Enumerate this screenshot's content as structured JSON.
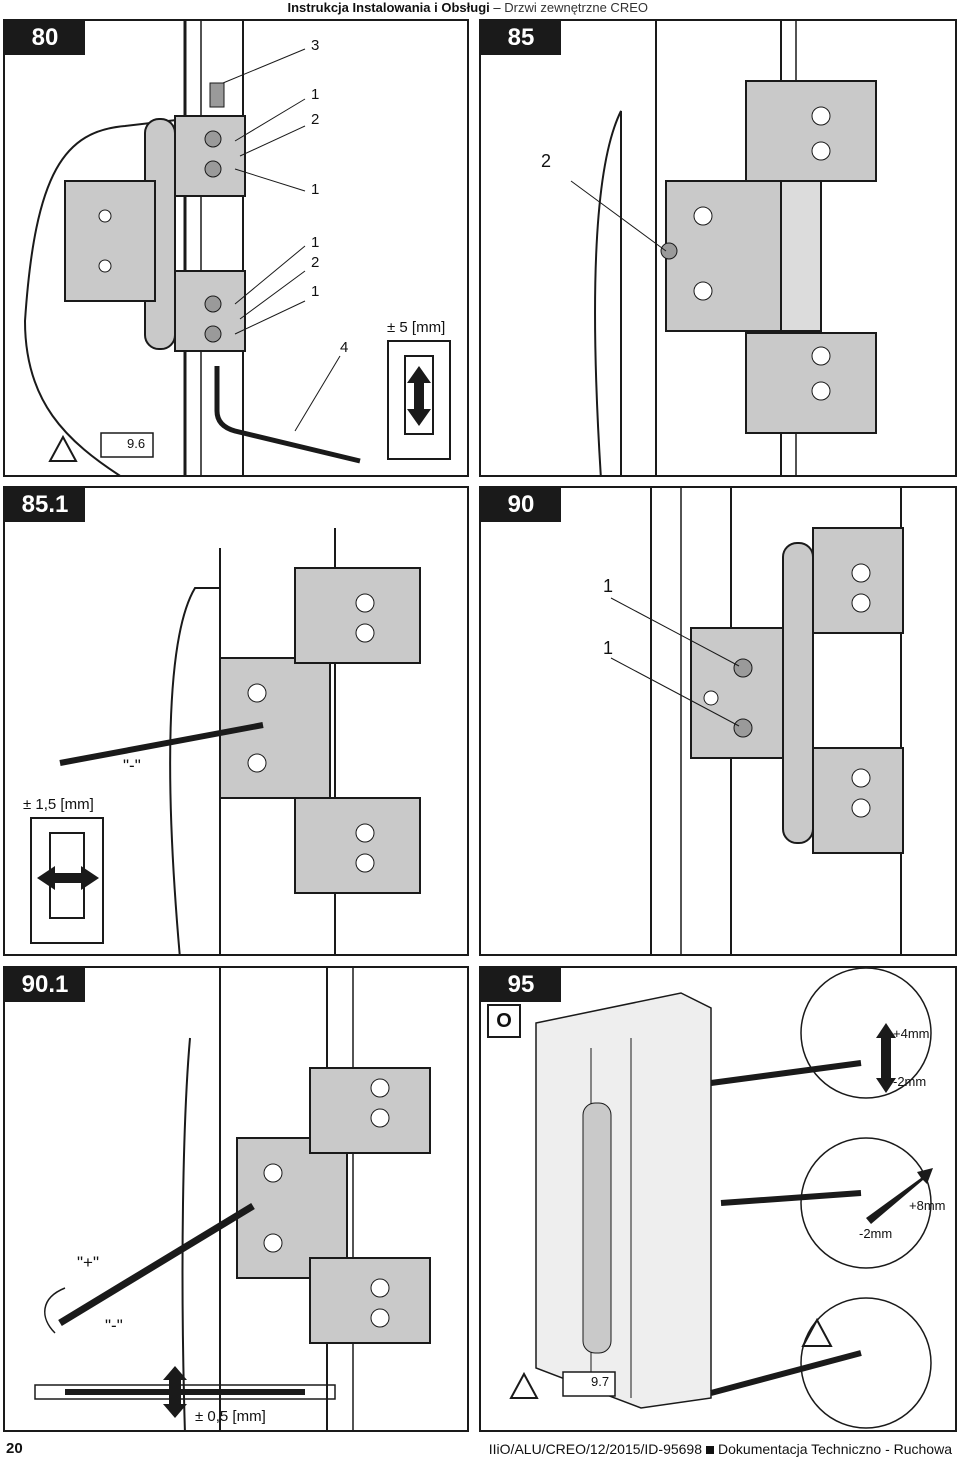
{
  "header": {
    "bold": "Instrukcja Instalowania i Obsługi",
    "sep": " – ",
    "sub": "Drzwi zewnętrzne CREO"
  },
  "panels": {
    "p80": {
      "num": "80",
      "callouts": [
        "3",
        "1",
        "2",
        "1",
        "1",
        "2",
        "1",
        "4"
      ],
      "range": "± 5 [mm]",
      "book": "9.6"
    },
    "p85": {
      "num": "85",
      "callouts": [
        "2"
      ]
    },
    "p851": {
      "num": "85.1",
      "minus": "\"-\"",
      "range": "± 1,5 [mm]"
    },
    "p90": {
      "num": "90",
      "callouts": [
        "1",
        "1"
      ]
    },
    "p901": {
      "num": "90.1",
      "plus": "\"+\"",
      "minus": "\"-\"",
      "range": "± 0,5 [mm]"
    },
    "p95": {
      "num": "95",
      "badge": "O",
      "adj": [
        "+4mm",
        "-2mm",
        "+8mm",
        "-2mm"
      ],
      "book": "9.7"
    }
  },
  "footer": {
    "page": "20",
    "doc": "IIiO/ALU/CREO/12/2015/ID-95698",
    "title": "Dokumentacja Techniczno - Ruchowa"
  },
  "colors": {
    "ink": "#1a1a1a",
    "metal": "#c9c9c9",
    "shade": "#9a9a9a"
  }
}
